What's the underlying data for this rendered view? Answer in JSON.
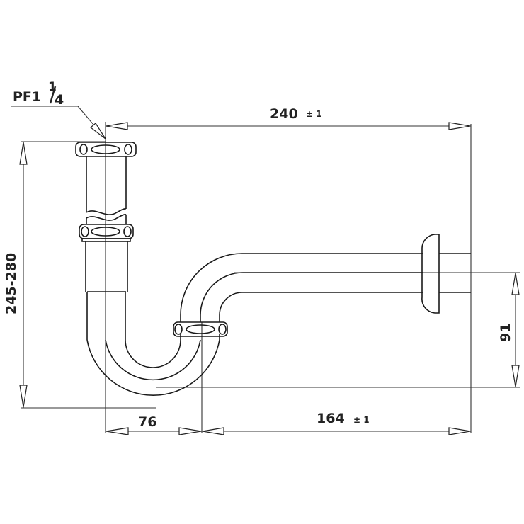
{
  "drawing": {
    "title": "P-trap dimension drawing",
    "thread_label": "PF1",
    "thread_fraction_num": "1",
    "thread_fraction_den": "4",
    "dimensions": {
      "overall_length": {
        "value": "240",
        "tolerance": "± 1"
      },
      "height_range": {
        "value": "245-280"
      },
      "trap_offset": {
        "value": "76"
      },
      "horizontal_run": {
        "value": "164",
        "tolerance": "± 1"
      },
      "drop": {
        "value": "91"
      }
    },
    "colors": {
      "line": "#222222",
      "background": "#ffffff"
    }
  }
}
